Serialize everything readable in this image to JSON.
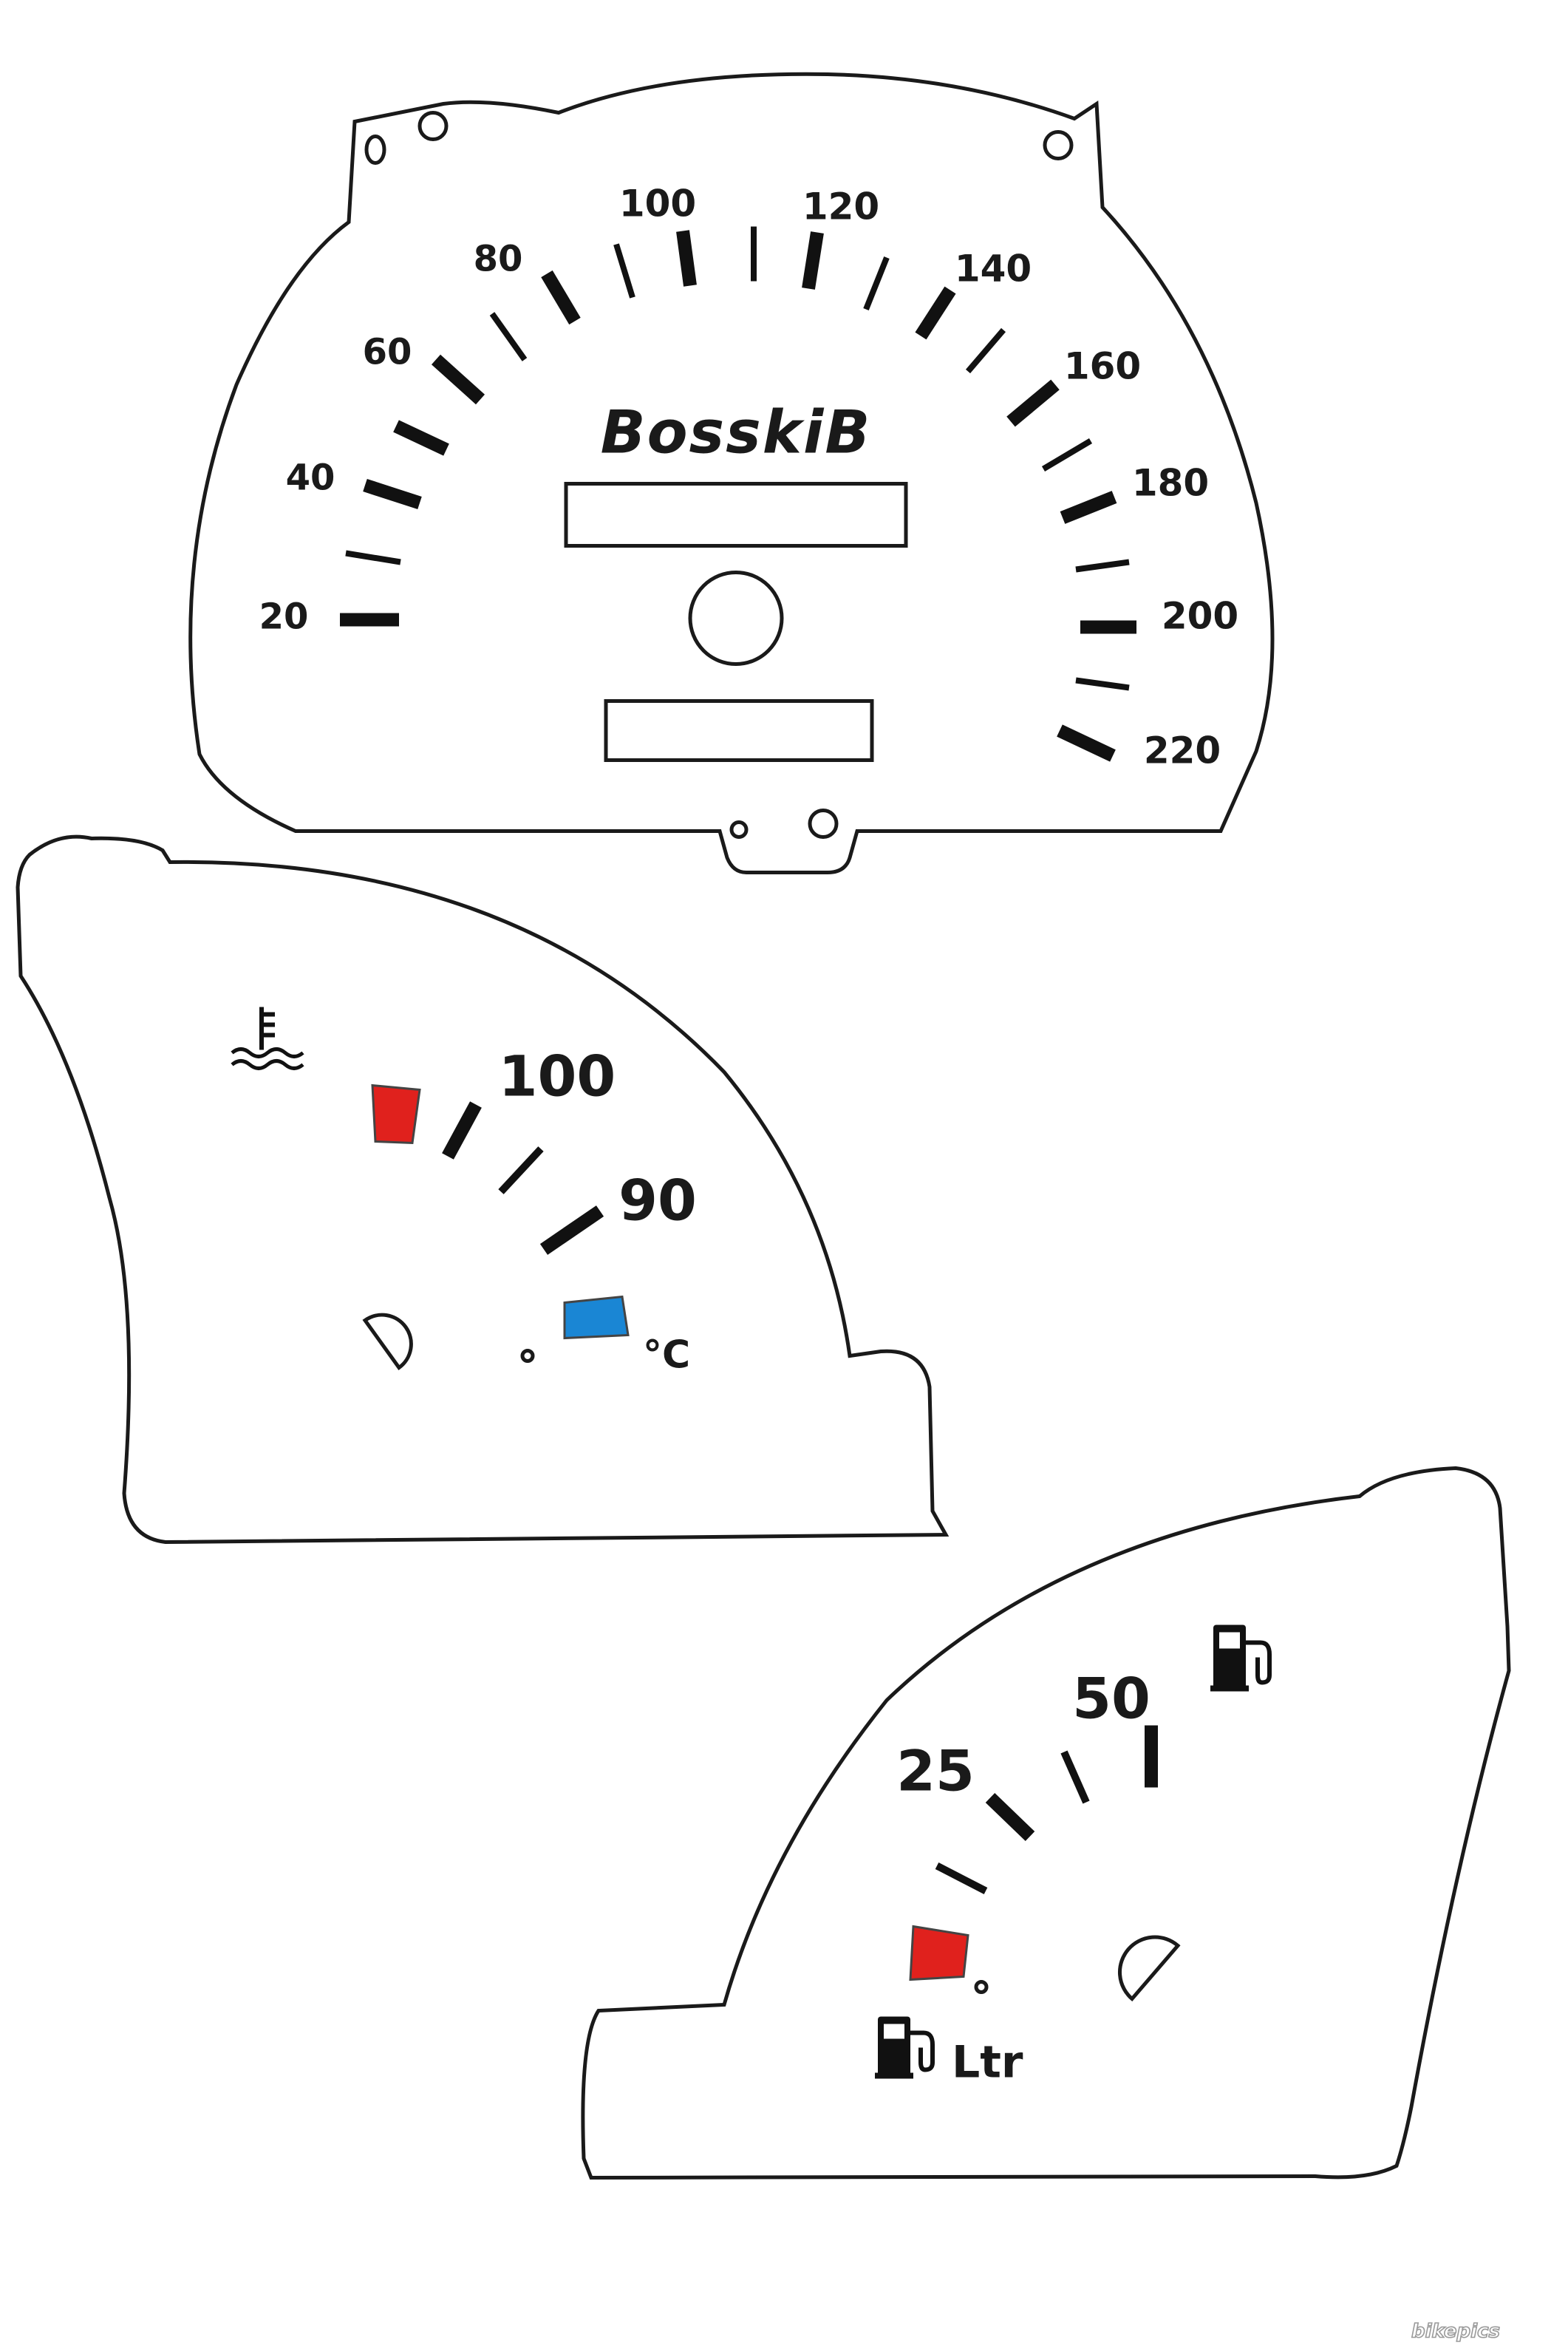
{
  "speedometer": {
    "brand": "BosskiB",
    "labels": [
      "20",
      "40",
      "60",
      "80",
      "100",
      "120",
      "140",
      "160",
      "180",
      "200",
      "220"
    ]
  },
  "temperature_gauge": {
    "labels": [
      "100",
      "90"
    ],
    "unit": "°C",
    "icon": "coolant-temperature-icon",
    "hot_zone_color": "#e0211d",
    "cold_zone_color": "#1a86d4"
  },
  "fuel_gauge": {
    "labels": [
      "25",
      "50"
    ],
    "unit": "Ltr",
    "icon": "fuel-pump-icon",
    "reserve_color": "#e0211d"
  },
  "watermark": "bikepics"
}
